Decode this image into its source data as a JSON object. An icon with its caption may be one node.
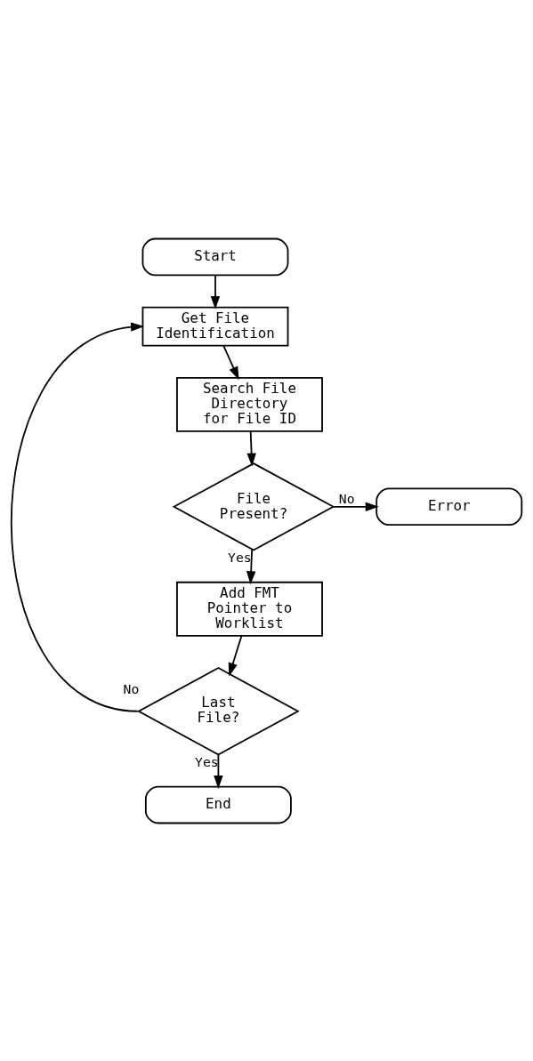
{
  "diagram": {
    "nodes": [
      {
        "text": [
          "Start"
        ]
      },
      {
        "text": [
          "Get File Identification"
        ]
      },
      {
        "text": [
          "Search File Directory for File ID"
        ]
      },
      {
        "text": [
          "File Present?"
        ]
      },
      {
        "text": [
          "Error"
        ]
      },
      {
        "text": [
          "Add FMT Pointer to Worklist"
        ]
      },
      {
        "text": [
          "Last File?"
        ]
      },
      {
        "text": [
          "End"
        ]
      }
    ],
    "edges": [
      {
        "from": 0,
        "to": 1,
        "arrow": "to"
      },
      {
        "from": 1,
        "to": 2,
        "arrow": "to"
      },
      {
        "from": 2,
        "to": 3,
        "arrow": "to"
      },
      {
        "from": 3,
        "to": 4,
        "arrow": "to",
        "label": "No"
      },
      {
        "from": 3,
        "to": 5,
        "arrow": "to",
        "label": "Yes"
      },
      {
        "from": 5,
        "to": 6,
        "arrow": "to"
      },
      {
        "from": 6,
        "to": 1,
        "arrow": "to",
        "label": "No"
      },
      {
        "from": 6,
        "to": 7,
        "arrow": "to",
        "label": "Yes"
      }
    ]
  }
}
